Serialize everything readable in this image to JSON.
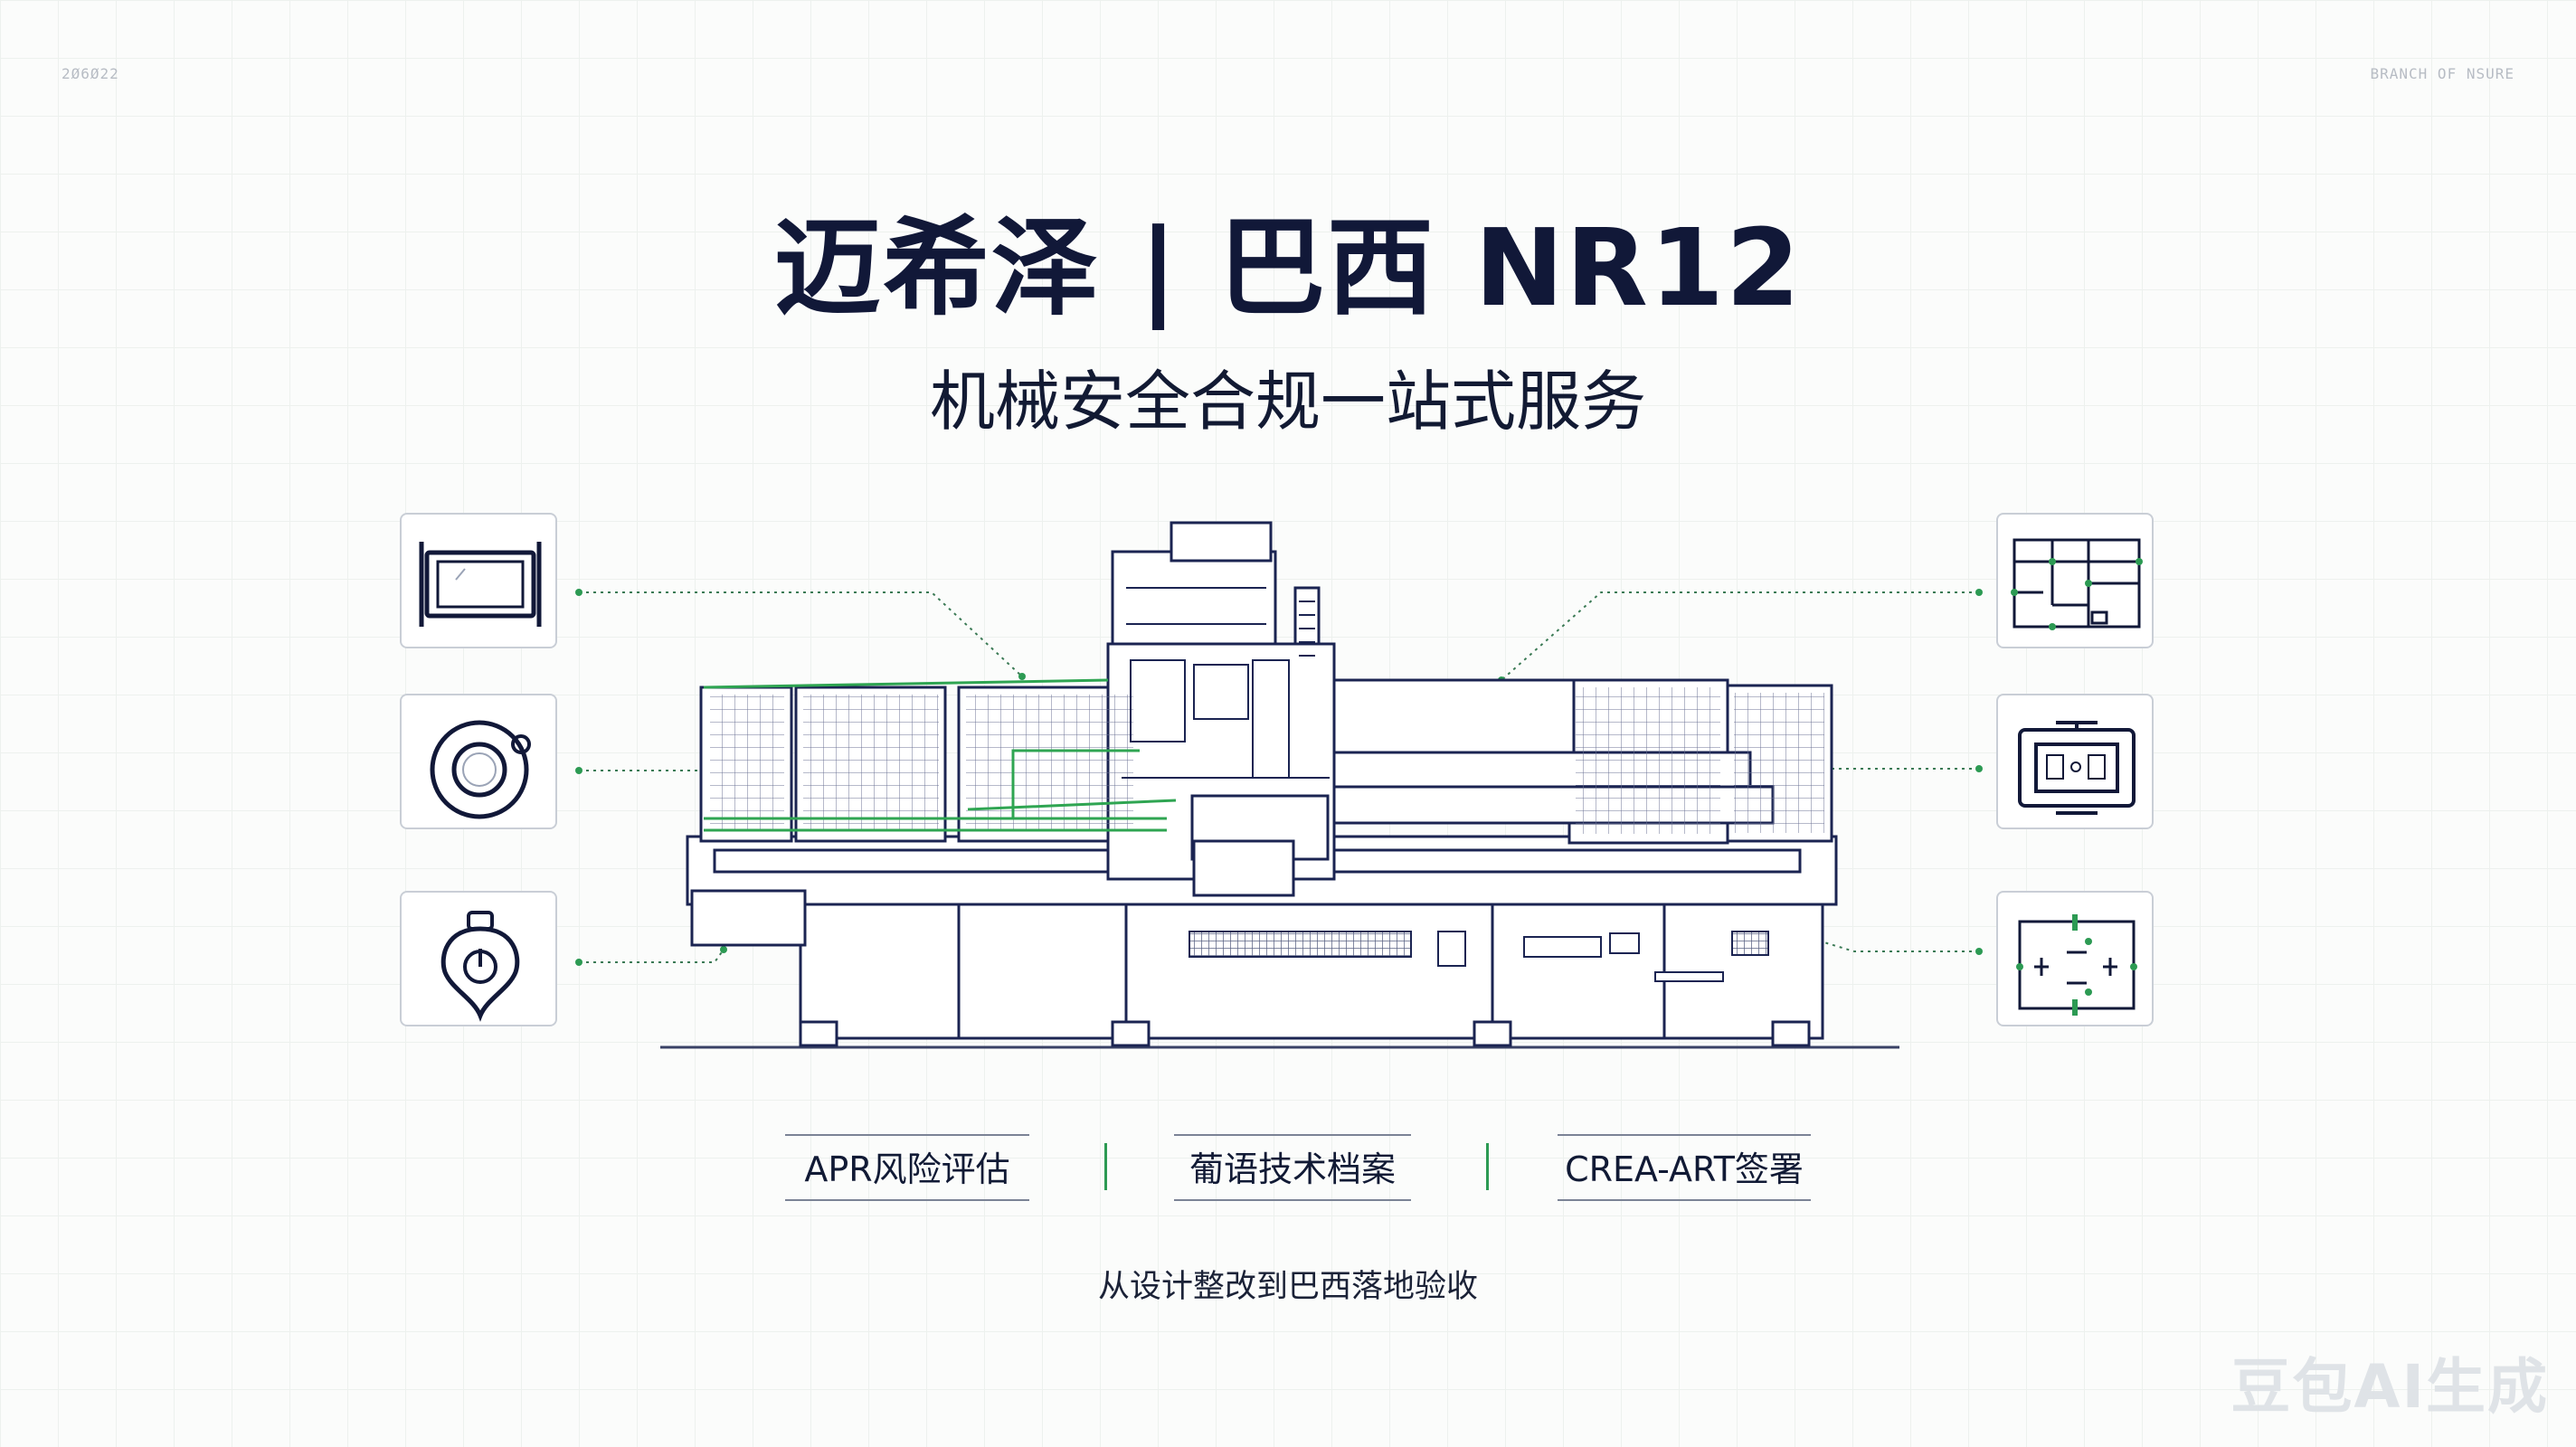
{
  "header": {
    "code_left": "2Ø6Ø22",
    "code_right": "BRANCH OF NSURE"
  },
  "title": "迈希泽 | 巴西 NR12",
  "subtitle": "机械安全合规一站式服务",
  "icons": {
    "left": [
      "display-screen-icon",
      "emergency-stop-button-icon",
      "power-lock-icon"
    ],
    "right": [
      "circuit-schematic-icon",
      "control-panel-icon",
      "safety-relay-diagram-icon"
    ]
  },
  "illustration": "cnc-machine-line-drawing",
  "services": [
    "APR风险评估",
    "葡语技术档案",
    "CREA-ART签署"
  ],
  "tagline": "从设计整改到巴西落地验收",
  "watermark": "豆包AI生成",
  "colors": {
    "navy": "#111838",
    "green": "#2c9a53",
    "background": "#fbfcfb"
  }
}
